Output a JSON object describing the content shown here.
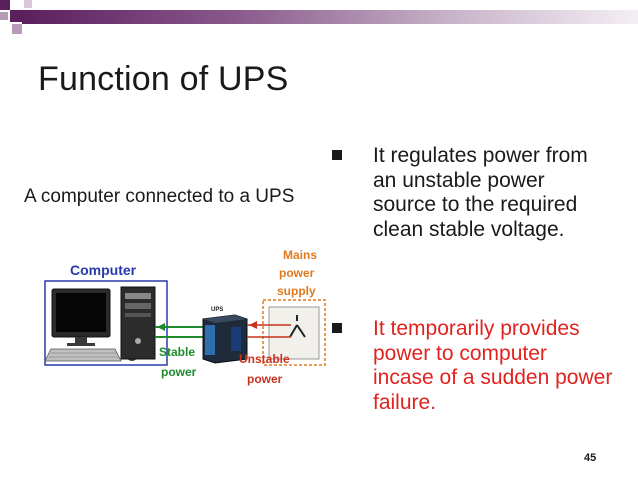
{
  "slide": {
    "title": "Function of UPS",
    "caption": "A computer connected to a UPS",
    "page_number": "45"
  },
  "bullets": [
    {
      "text": "It regulates power from an unstable power source to the required clean stable voltage.",
      "color": "#1a1a1a"
    },
    {
      "text": "It temporarily provides power to computer incase of a sudden power failure.",
      "color": "#e0231f"
    }
  ],
  "diagram": {
    "computer_label": "Computer",
    "mains_label_1": "Mains",
    "mains_label_2": "power",
    "mains_label_3": "supply",
    "ups_label": "UPS",
    "stable_label_1": "Stable",
    "stable_label_2": "power",
    "unstable_label_1": "Unstable",
    "unstable_label_2": "power"
  },
  "colors": {
    "header_purple": "#5b1f5e",
    "stable_green": "#1c8c2c",
    "unstable_red": "#c8321e",
    "computer_blue": "#2b3aa8",
    "mains_orange": "#e07a1f"
  }
}
